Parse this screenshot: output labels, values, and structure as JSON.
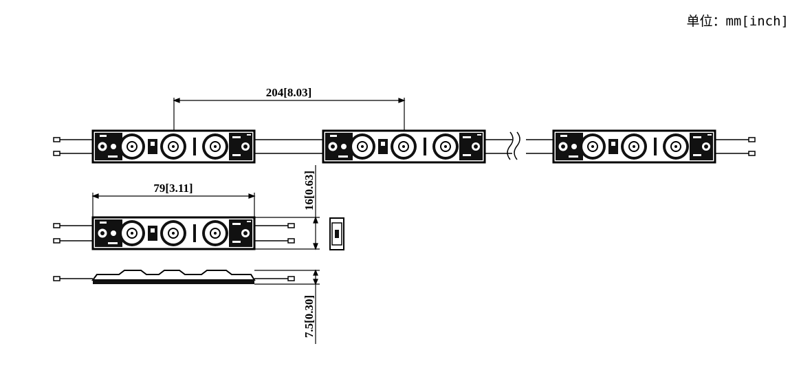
{
  "unit_note": "单位：mm[inch]",
  "dimensions": {
    "pitch": "204[8.03]",
    "module_length": "79[3.11]",
    "module_width": "16[0.63]",
    "module_height": "7.5[0.30]"
  },
  "colors": {
    "line": "#000000",
    "dimension": "#000000",
    "marker": "#cc0000"
  }
}
